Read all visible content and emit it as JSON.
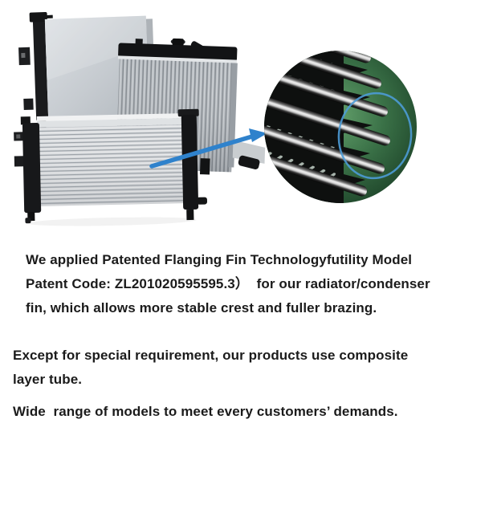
{
  "colors": {
    "page_background": "#ffffff",
    "arrow_blue": "#2f82cc",
    "highlight_ring_blue": "#4d9bd6",
    "detail_green": "#3a7147",
    "radiator_core_gray": "#c9cdd2",
    "tank_black": "#17181a",
    "text_black": "#1b1b1b"
  },
  "hero": {
    "photo": "three-radiators-collage",
    "callout": "fin-and-tube-closeup-circle",
    "arrow_icon": "magnify-arrow",
    "ring_icon": "highlight-ellipse"
  },
  "paragraphs": {
    "patent": {
      "lines": [
        "We applied Patented Flanging Fin Technologyfutility Model",
        "Patent Code: ZL201020595595.3）  for our radiator/condenser",
        "fin, which allows more stable crest and fuller brazing."
      ]
    },
    "composite": {
      "lines": [
        "Except for special requirement, our products use composite",
        "layer tube."
      ]
    },
    "range": {
      "lines": [
        "Wide  range of models to meet every customers’ demands."
      ]
    }
  }
}
